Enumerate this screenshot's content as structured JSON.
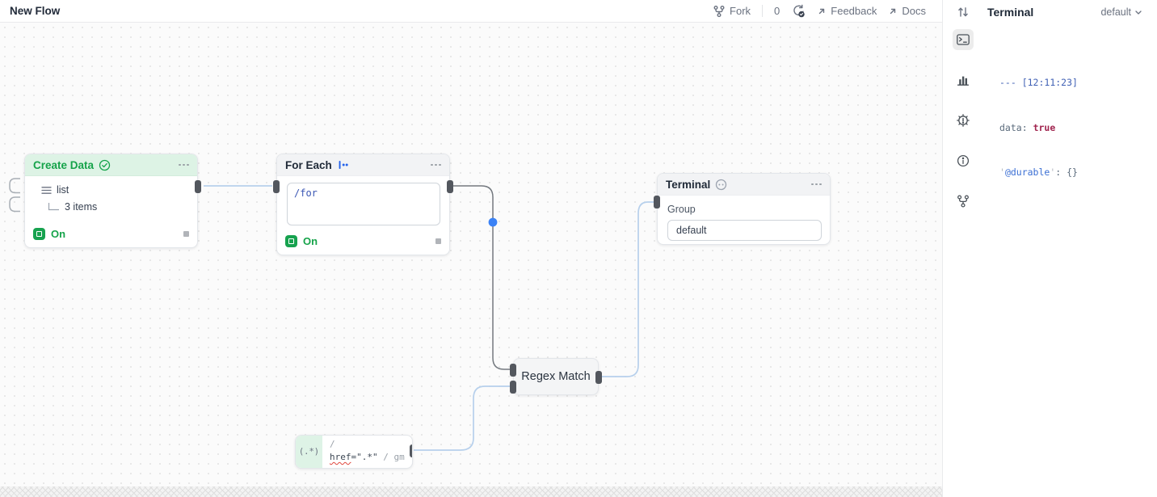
{
  "topbar": {
    "title": "New Flow",
    "fork_label": "Fork",
    "count": "0",
    "feedback_label": "Feedback",
    "docs_label": "Docs"
  },
  "panel": {
    "title": "Terminal",
    "selector": "default",
    "log": {
      "l1_dashes": "--- ",
      "l1_time": "[12:11:23]",
      "l2_key": "data",
      "l2_sep": ": ",
      "l2_val": "true",
      "l3_q1": "'",
      "l3_key": "@durable",
      "l3_q2": "'",
      "l3_sep": ": ",
      "l3_val": "{}"
    }
  },
  "canvas": {
    "create_data": {
      "title": "Create Data",
      "row1": "list",
      "row2": "3 items",
      "status": "On"
    },
    "for_each": {
      "title": "For Each",
      "value": "/for",
      "status": "On"
    },
    "terminal_node": {
      "title": "Terminal",
      "field_label": "Group",
      "field_value": "default"
    },
    "regex_match": {
      "title": "Regex Match"
    },
    "regex": {
      "capture": "(.*)",
      "open": "/",
      "word": "href",
      "rest": "=\".*\"",
      "close": "/",
      "flags": "gm"
    }
  },
  "colors": {
    "accent_green": "#16a34a",
    "header_green": "#ddf3e5",
    "wire_blue": "#b7d0ec",
    "wire_gray": "#74797f",
    "dot_blue": "#3b82f6",
    "port_gray": "#53575e"
  }
}
